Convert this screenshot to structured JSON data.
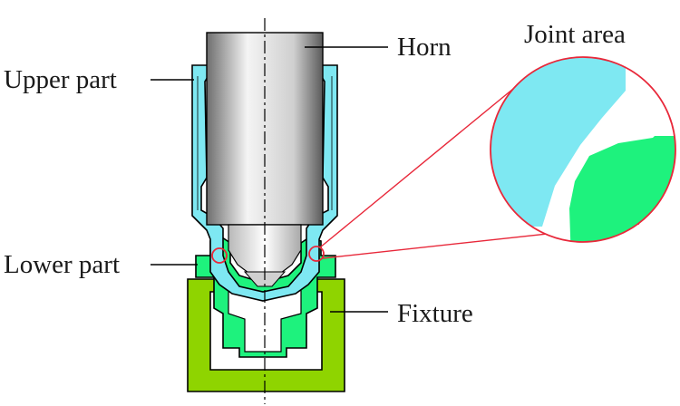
{
  "labels": {
    "upper_part": "Upper part",
    "lower_part": "Lower part",
    "horn": "Horn",
    "fixture": "Fixture",
    "joint_area": "Joint area"
  },
  "colors": {
    "upper_part_fill": "#7ee8f2",
    "lower_part_fill": "#1ef27d",
    "fixture_fill": "#8fd400",
    "horn_light": "#f4f4f4",
    "horn_dark": "#6e6e6e",
    "outline": "#000000",
    "highlight": "#e8283a",
    "joint_white": "#ffffff"
  }
}
